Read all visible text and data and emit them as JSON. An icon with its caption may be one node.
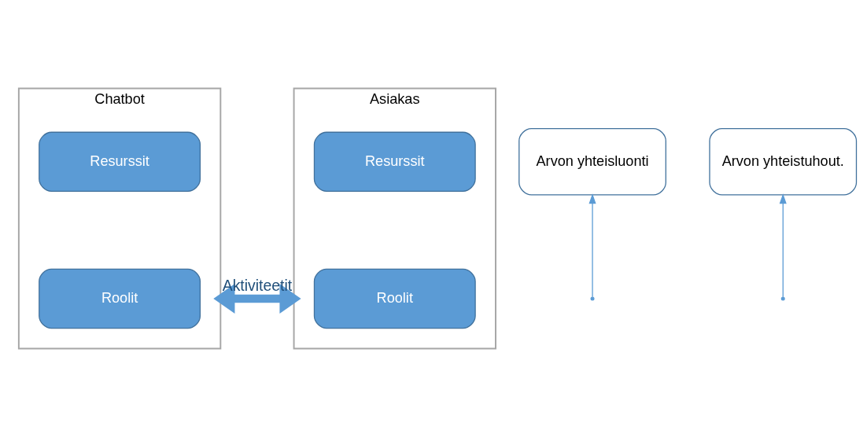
{
  "diagram": {
    "nodes": [
      {
        "text": [
          "Chatbot"
        ]
      },
      {
        "text": [
          "Roolit"
        ],
        "in": 0
      },
      {
        "text": [
          "Resurssit"
        ],
        "in": 0
      },
      {
        "text": [
          "Asiakas"
        ]
      },
      {
        "text": [
          "Roolit"
        ],
        "in": 3
      },
      {
        "text": [
          "Resurssit"
        ],
        "in": 3
      },
      {
        "text": [
          "Arvon yhteisluonti"
        ]
      },
      {
        "text": [
          "Arvon yhteistuhout."
        ]
      }
    ],
    "edges": [
      {
        "from": 0,
        "to": 3,
        "arrow": "both",
        "label": "Aktiviteetit",
        "style": "thick"
      },
      {
        "from": null,
        "to": 6,
        "arrow": "to"
      },
      {
        "from": null,
        "to": 7,
        "arrow": "to"
      }
    ]
  }
}
